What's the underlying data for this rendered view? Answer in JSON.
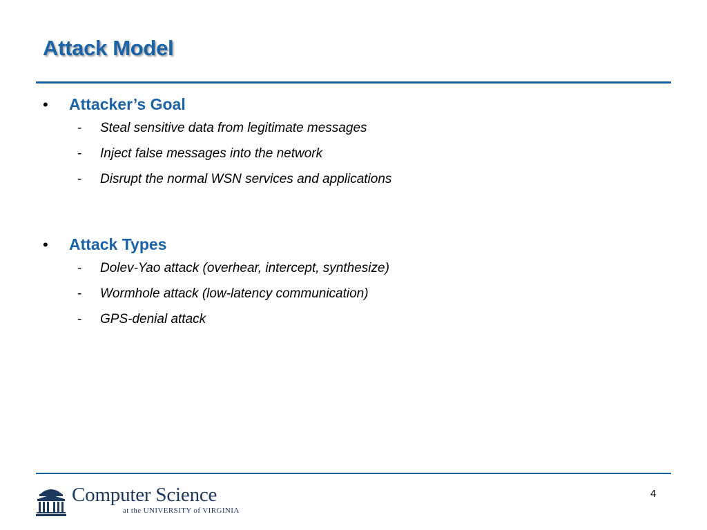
{
  "slide": {
    "title": "Attack Model",
    "page_number": "4"
  },
  "sections": [
    {
      "bullet": "•",
      "heading": "Attacker’s Goal",
      "items": [
        {
          "dash": "-",
          "text": "Steal sensitive data from legitimate messages"
        },
        {
          "dash": "-",
          "text": "Inject false messages into the network"
        },
        {
          "dash": "-",
          "text": "Disrupt the normal WSN services and applications"
        }
      ]
    },
    {
      "bullet": "•",
      "heading": "Attack Types",
      "items": [
        {
          "dash": "-",
          "text": "Dolev-Yao attack (overhear, intercept, synthesize)"
        },
        {
          "dash": "-",
          "text": "Wormhole attack (low-latency communication)"
        },
        {
          "dash": "-",
          "text": "GPS-denial attack"
        }
      ]
    }
  ],
  "footer": {
    "logo_main": "Computer Science",
    "logo_sub": "at the UNIVERSITY of VIRGINIA",
    "logo_icon": "rotunda-icon"
  },
  "colors": {
    "title": "#1a63a6",
    "rule": "#14609e",
    "logo": "#1d3a5e"
  }
}
